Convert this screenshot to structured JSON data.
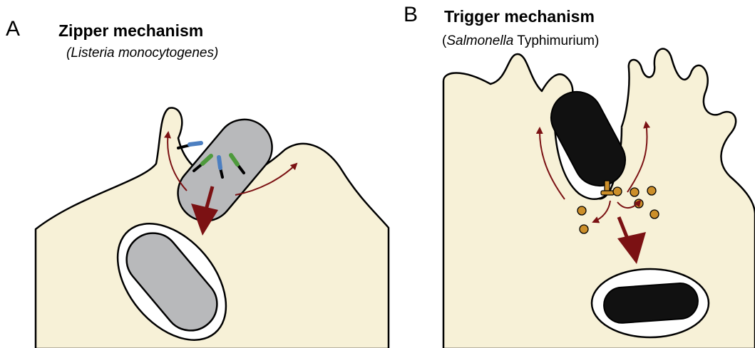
{
  "panel_a": {
    "letter": "A",
    "title": "Zipper mechanism",
    "subtitle": "(Listeria monocytogenes)"
  },
  "panel_b": {
    "letter": "B",
    "title": "Trigger mechanism",
    "subtitle_open": "(",
    "subtitle_genus": "Salmonella",
    "subtitle_rest": " Typhimurium)"
  },
  "colors": {
    "cytoplasm": "#f7f1d7",
    "outline": "#000000",
    "listeria": "#b8b9bb",
    "salmonella": "#111111",
    "arrow": "#7b1113",
    "receptor_blue": "#4c7fc1",
    "receptor_green": "#4e9a3c",
    "effector": "#cc8f2a"
  }
}
